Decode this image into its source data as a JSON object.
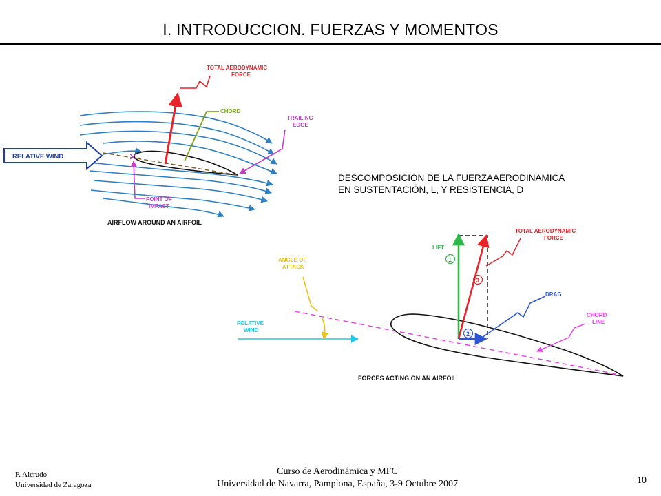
{
  "header": {
    "title": "I. INTRODUCCION. FUERZAS Y MOMENTOS"
  },
  "figure_left": {
    "caption": "AIRFLOW AROUND AN AIRFOIL",
    "labels": {
      "total_force_1": "TOTAL AERODYNAMIC",
      "total_force_2": "FORCE",
      "chord": "CHORD",
      "trailing_1": "TRAILING",
      "trailing_2": "EDGE",
      "relative_wind": "RELATIVE WIND",
      "impact_1": "POINT OF",
      "impact_2": "IMPACT"
    },
    "colors": {
      "streamlines": "#2b7fc4",
      "force": "#e8232a",
      "chord": "#7aa61e",
      "trailing": "#c43dc8",
      "wind": "#1f3fa0"
    }
  },
  "description": {
    "line1": "DESCOMPOSICION DE LA FUERZAAERODINAMICA",
    "line2": "EN SUSTENTACIÓN, L, Y RESISTENCIA, D"
  },
  "figure_right": {
    "caption": "FORCES ACTING ON AN AIRFOIL",
    "labels": {
      "lift": "LIFT",
      "total_force_1": "TOTAL AERODYNAMIC",
      "total_force_2": "FORCE",
      "angle_1": "ANGLE OF",
      "angle_2": "ATTACK",
      "drag": "DRAG",
      "chord_1": "CHORD",
      "chord_2": "LINE",
      "wind_1": "RELATIVE",
      "wind_2": "WIND",
      "n1": "1",
      "n2": "2",
      "n3": "3"
    },
    "colors": {
      "lift": "#2db84a",
      "force": "#e8232a",
      "drag": "#2f55d4",
      "chord": "#e83ce8",
      "wind": "#21c8e8",
      "angle": "#e8c21f"
    }
  },
  "footer": {
    "author": "F. Alcrudo",
    "affiliation": "Universidad de Zaragoza",
    "course": "Curso de Aerodinámica y MFC",
    "venue": "Universidad de Navarra, Pamplona, España, 3-9 Octubre 2007",
    "page": "10"
  }
}
